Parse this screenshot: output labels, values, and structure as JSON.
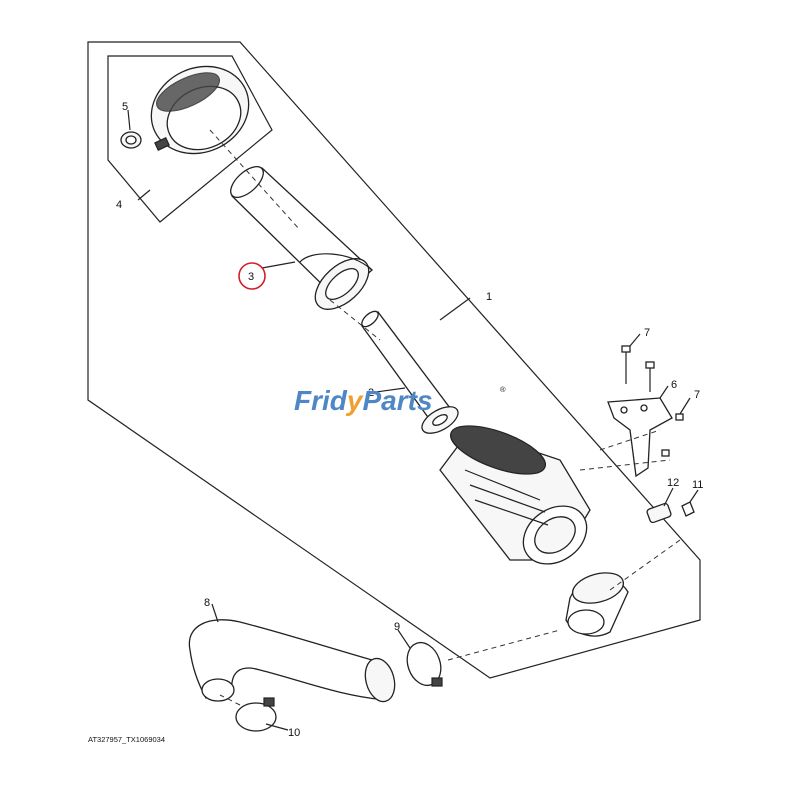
{
  "watermark": {
    "text_part1": "Frid",
    "text_part2": "y",
    "text_part3": "Parts",
    "registered_mark": "®",
    "blue": "#4f86c6",
    "orange": "#f0a030"
  },
  "highlight_color": "#d0202a",
  "callouts": {
    "c1": "1",
    "c2": "2",
    "c3": "3",
    "c4": "4",
    "c5": "5",
    "c6": "6",
    "c7a": "7",
    "c7b": "7",
    "c8": "8",
    "c9": "9",
    "c10": "10",
    "c11": "11",
    "c12": "12"
  },
  "reference_code": "AT327957_TX1069034"
}
